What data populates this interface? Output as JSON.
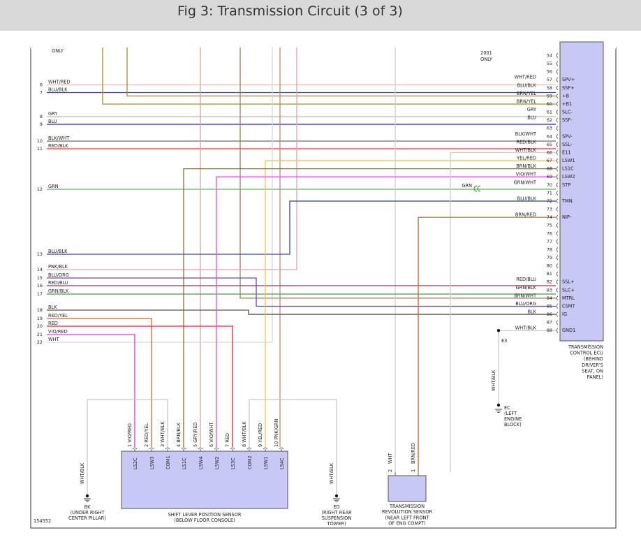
{
  "title": "Fig 3: Transmission Circuit (3 of 3)",
  "figure_id": "154552",
  "top_notes": {
    "left": "ONLY",
    "right_year": "2001",
    "right_only": "ONLY"
  },
  "colors": {
    "WHT/RED": "#e9b9a6",
    "BLU/BLK": "#3a44b0",
    "BRN/YEL": "#a88a2c",
    "BRN/BLK": "#8b6a36",
    "GRY": "#b9b9b9",
    "BLU": "#2222cc",
    "BLK/WHT": "#6a6a6a",
    "RED/BLK": "#e0383a",
    "WHT/BLK": "#c9c9c9",
    "YEL/RED": "#f5c43a",
    "BRN/RED": "#c8642a",
    "VIO/WHT": "#ee44ee",
    "GRN": "#3aa83a",
    "GRN/WHT": "#55bb55",
    "PNK/BLK": "#e2a2b2",
    "BLU/ORG": "#6a44cc",
    "RED/BLU": "#b02666",
    "GRN/BLK": "#4a9a4a",
    "BRN/WHT": "#a07a52",
    "BLK": "#555555",
    "RED/YEL": "#e0602a",
    "RED": "#e02a2a",
    "VIO/RED": "#e035e0",
    "WHT": "#cccccc",
    "GRY/RED": "#cfa4a4",
    "PNK/GRN": "#b88878",
    "ecu_fill": "#c8c8f4",
    "ecu_caption": "#4a6aa8"
  },
  "ecu": {
    "caption": [
      "TRANSMISSION",
      "CONTROL ECU",
      "(BEHIND",
      "DRIVER'S",
      "SEAT, ON",
      "PANEL)"
    ],
    "pins": [
      {
        "n": "54",
        "name": ""
      },
      {
        "n": "55",
        "name": ""
      },
      {
        "n": "56",
        "name": ""
      },
      {
        "n": "57",
        "name": "SPV+"
      },
      {
        "n": "58",
        "name": "SSF+"
      },
      {
        "n": "59",
        "name": "+B"
      },
      {
        "n": "60",
        "name": "+B1"
      },
      {
        "n": "61",
        "name": "SLC-"
      },
      {
        "n": "62",
        "name": "SSF-"
      },
      {
        "n": "63",
        "name": ""
      },
      {
        "n": "64",
        "name": "SPV-"
      },
      {
        "n": "65",
        "name": "SSL-"
      },
      {
        "n": "66",
        "name": "E11"
      },
      {
        "n": "67",
        "name": "LSW1"
      },
      {
        "n": "68",
        "name": "LS1C"
      },
      {
        "n": "69",
        "name": "LSW2"
      },
      {
        "n": "70",
        "name": "STP"
      },
      {
        "n": "71",
        "name": ""
      },
      {
        "n": "72",
        "name": "TMN"
      },
      {
        "n": "73",
        "name": ""
      },
      {
        "n": "74",
        "name": "NIP-"
      },
      {
        "n": "75",
        "name": ""
      },
      {
        "n": "76",
        "name": ""
      },
      {
        "n": "77",
        "name": ""
      },
      {
        "n": "78",
        "name": ""
      },
      {
        "n": "79",
        "name": ""
      },
      {
        "n": "80",
        "name": ""
      },
      {
        "n": "81",
        "name": ""
      },
      {
        "n": "82",
        "name": "SSL+"
      },
      {
        "n": "83",
        "name": "SLC+"
      },
      {
        "n": "84",
        "name": "MTRL"
      },
      {
        "n": "85",
        "name": "CSMT"
      },
      {
        "n": "86",
        "name": "IG"
      },
      {
        "n": "87",
        "name": ""
      },
      {
        "n": "88",
        "name": "GND1"
      }
    ]
  },
  "left_connectors": [
    {
      "n": "6",
      "label": "WHT/RED"
    },
    {
      "n": "7",
      "label": "BLU/BLK"
    },
    {
      "n": "8",
      "label": "GRY"
    },
    {
      "n": "9",
      "label": "BLU"
    },
    {
      "n": "10",
      "label": "BLK/WHT"
    },
    {
      "n": "11",
      "label": "RED/BLK"
    },
    {
      "n": "12",
      "label": "GRN"
    },
    {
      "n": "13",
      "label": "BLU/BLK"
    },
    {
      "n": "14",
      "label": "PNK/BLK"
    },
    {
      "n": "15",
      "label": "BLU/ORG"
    },
    {
      "n": "16",
      "label": "RED/BLU"
    },
    {
      "n": "17",
      "label": "GRN/BLK"
    },
    {
      "n": "18",
      "label": "BLK"
    },
    {
      "n": "19",
      "label": "RED/YEL"
    },
    {
      "n": "20",
      "label": "RED"
    },
    {
      "n": "21",
      "label": "VIO/RED"
    },
    {
      "n": "22",
      "label": "WHT"
    }
  ],
  "ecu_wire_labels": [
    {
      "pin": "57",
      "label": "WHT/RED"
    },
    {
      "pin": "58",
      "label": "BLU/BLK"
    },
    {
      "pin": "59",
      "label": "BRN/YEL"
    },
    {
      "pin": "60",
      "label": "BRN/YEL"
    },
    {
      "pin": "61",
      "label": "GRY"
    },
    {
      "pin": "62",
      "label": "BLU"
    },
    {
      "pin": "64",
      "label": "BLK/WHT"
    },
    {
      "pin": "65",
      "label": "RED/BLK"
    },
    {
      "pin": "66",
      "label": "WHT/BLK"
    },
    {
      "pin": "67",
      "label": "YEL/RED"
    },
    {
      "pin": "68",
      "label": "BRN/BLK"
    },
    {
      "pin": "69",
      "label": "VIO/WHT"
    },
    {
      "pin": "70",
      "label": "GRN/WHT"
    },
    {
      "pin": "72",
      "label": "BLU/BLK"
    },
    {
      "pin": "74",
      "label": "BRN/RED"
    },
    {
      "pin": "82",
      "label": "RED/BLU"
    },
    {
      "pin": "83",
      "label": "GRN/BLK"
    },
    {
      "pin": "84",
      "label": "BRN/WHT"
    },
    {
      "pin": "85",
      "label": "BLU/ORG"
    },
    {
      "pin": "86",
      "label": "BLK"
    },
    {
      "pin": "88",
      "label": "WHT/BLK"
    }
  ],
  "stp_splice_label": "GRN",
  "shift_sensor": {
    "caption": [
      "SHIFT LEVER POSITION SENSOR",
      "(BELOW FLOOR CONSOLE)"
    ],
    "pins": [
      {
        "n": "1",
        "wire": "VIO/RED",
        "name": "LS2C"
      },
      {
        "n": "2",
        "wire": "RED/YEL",
        "name": "LSW3"
      },
      {
        "n": "3",
        "wire": "WHT/BLK",
        "name": "COM1"
      },
      {
        "n": "4",
        "wire": "BRN/BLK",
        "name": "LS1C"
      },
      {
        "n": "5",
        "wire": "GRY/RED",
        "name": "LSW4"
      },
      {
        "n": "6",
        "wire": "VIO/WHT",
        "name": "LSW2"
      },
      {
        "n": "7",
        "wire": "RED",
        "name": "LS3C"
      },
      {
        "n": "8",
        "wire": "WHT/BLK",
        "name": "COM2"
      },
      {
        "n": "9",
        "wire": "YEL/RED",
        "name": "LSW1"
      },
      {
        "n": "10",
        "wire": "PNK/GRN",
        "name": "LS4C"
      }
    ]
  },
  "rev_sensor": {
    "caption": [
      "TRANSMISSION",
      "REVOLUTION SENSOR",
      "(NEAR LEFT FRONT",
      "OF ENG COMPT)"
    ],
    "pins": [
      {
        "n": "2",
        "wire": "WHT"
      },
      {
        "n": "1",
        "wire": "BRN/RED"
      }
    ]
  },
  "grounds": [
    {
      "id": "BK",
      "wire": "WHT/BLK",
      "lines": [
        "BK",
        "(UNDER RIGHT",
        "CENTER PILLAR)"
      ]
    },
    {
      "id": "ED",
      "wire": "WHT/BLK",
      "lines": [
        "ED",
        "(RIGHT REAR",
        "SUSPENSION",
        "TOWER)"
      ]
    },
    {
      "id": "EC",
      "wire": "WHT/BLK",
      "lines": [
        "EC",
        "(LEFT",
        "ENGINE",
        "BLOCK)"
      ]
    }
  ],
  "splice_e3": "E3"
}
